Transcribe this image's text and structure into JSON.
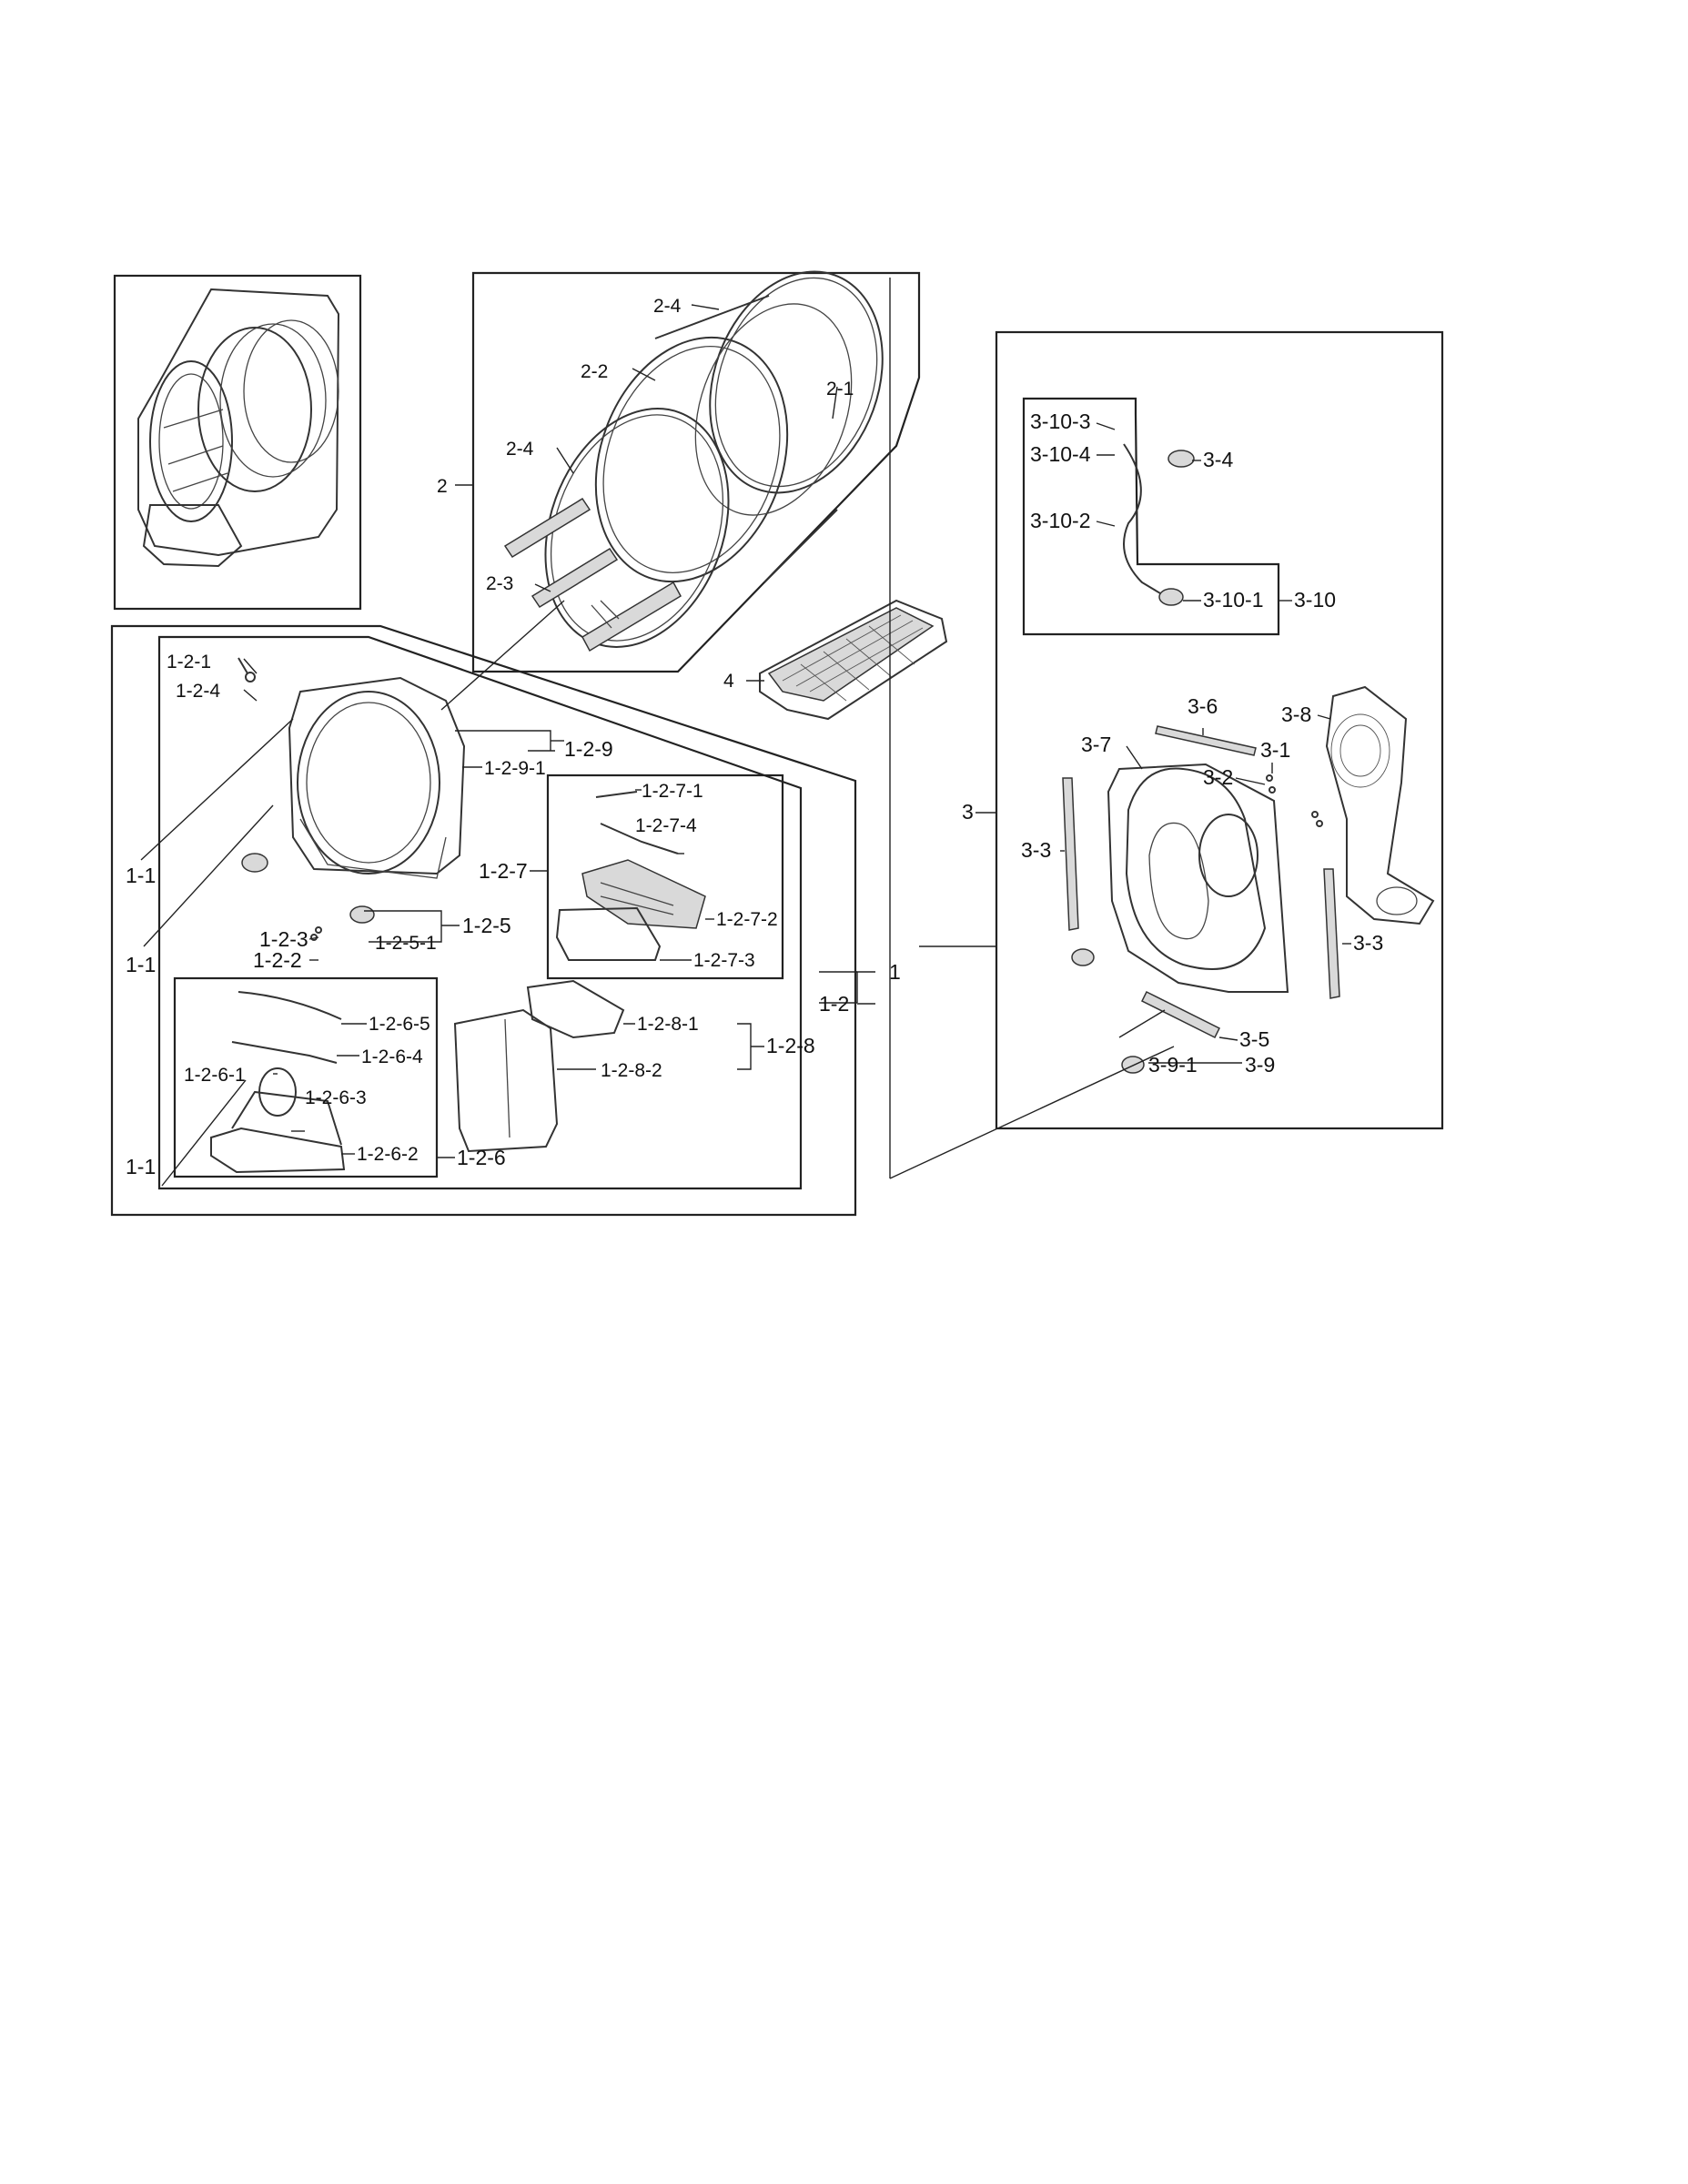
{
  "labels": {
    "l_2_4a": "2-4",
    "l_2_2": "2-2",
    "l_2_1": "2-1",
    "l_2_4b": "2-4",
    "l_2": "2",
    "l_2_3": "2-3",
    "l_4": "4",
    "l_1_2_1": "1-2-1",
    "l_1_2_4": "1-2-4",
    "l_1_2_9_1": "1-2-9-1",
    "l_1_2_9": "1-2-9",
    "l_1_2_7_1": "1-2-7-1",
    "l_1_2_7_4": "1-2-7-4",
    "l_1_2_7": "1-2-7",
    "l_1_2_7_2": "1-2-7-2",
    "l_1_2_7_3": "1-2-7-3",
    "l_1_1a": "1-1",
    "l_1_1b": "1-1",
    "l_1_2_3": "1-2-3",
    "l_1_2_5_1": "1-2-5-1",
    "l_1_2_5": "1-2-5",
    "l_1_2_2": "1-2-2",
    "l_1": "1",
    "l_1_2": "1-2",
    "l_1_2_6_5": "1-2-6-5",
    "l_1_2_6_4": "1-2-6-4",
    "l_1_2_6_1": "1-2-6-1",
    "l_1_2_6_3": "1-2-6-3",
    "l_1_2_6_2": "1-2-6-2",
    "l_1_2_6": "1-2-6",
    "l_1_1c": "1-1",
    "l_1_2_8_1": "1-2-8-1",
    "l_1_2_8_2": "1-2-8-2",
    "l_1_2_8": "1-2-8",
    "l_3_10_3": "3-10-3",
    "l_3_10_4": "3-10-4",
    "l_3_4": "3-4",
    "l_3_10_2": "3-10-2",
    "l_3_10_1": "3-10-1",
    "l_3_10": "3-10",
    "l_3_6": "3-6",
    "l_3_8": "3-8",
    "l_3_7": "3-7",
    "l_3_1": "3-1",
    "l_3_2": "3-2",
    "l_3": "3",
    "l_3_3a": "3-3",
    "l_3_3b": "3-3",
    "l_3_5": "3-5",
    "l_3_9_1": "3-9-1",
    "l_3_9": "3-9"
  }
}
